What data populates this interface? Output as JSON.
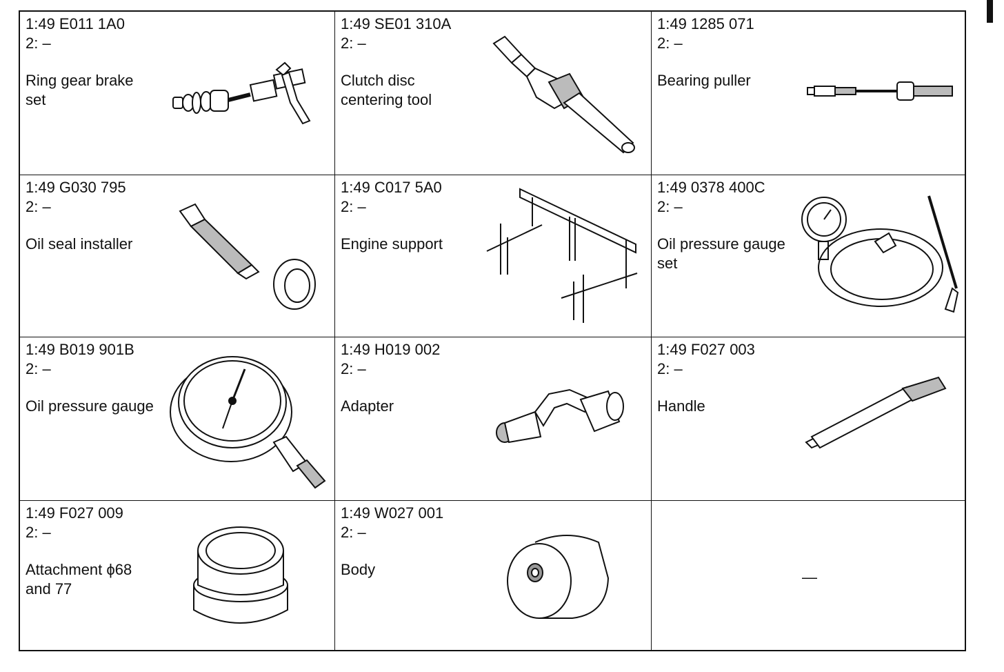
{
  "tools": [
    {
      "number": "1:49 E011 1A0",
      "sub": "2: –",
      "name": "Ring gear brake set",
      "icon": "ring-gear-brake-icon"
    },
    {
      "number": "1:49 SE01 310A",
      "sub": "2: –",
      "name": "Clutch disc centering tool",
      "icon": "clutch-centering-tool-icon"
    },
    {
      "number": "1:49 1285 071",
      "sub": "2: –",
      "name": "Bearing puller",
      "icon": "bearing-puller-icon"
    },
    {
      "number": "1:49 G030 795",
      "sub": "2: –",
      "name": "Oil seal installer",
      "icon": "oil-seal-installer-icon"
    },
    {
      "number": "1:49 C017 5A0",
      "sub": "2: –",
      "name": "Engine support",
      "icon": "engine-support-icon"
    },
    {
      "number": "1:49 0378 400C",
      "sub": "2: –",
      "name": "Oil pressure gauge set",
      "icon": "oil-pressure-gauge-set-icon"
    },
    {
      "number": "1:49 B019 901B",
      "sub": "2: –",
      "name": "Oil pressure gauge",
      "icon": "oil-pressure-gauge-icon"
    },
    {
      "number": "1:49 H019 002",
      "sub": "2: –",
      "name": "Adapter",
      "icon": "adapter-icon"
    },
    {
      "number": "1:49 F027 003",
      "sub": "2: –",
      "name": "Handle",
      "icon": "handle-icon"
    },
    {
      "number": "1:49 F027 009",
      "sub": "2: –",
      "name": "Attachment ϕ68 and 77",
      "icon": "attachment-icon"
    },
    {
      "number": "1:49 W027 001",
      "sub": "2: –",
      "name": "Body",
      "icon": "body-icon"
    }
  ],
  "empty_cell_text": "—"
}
